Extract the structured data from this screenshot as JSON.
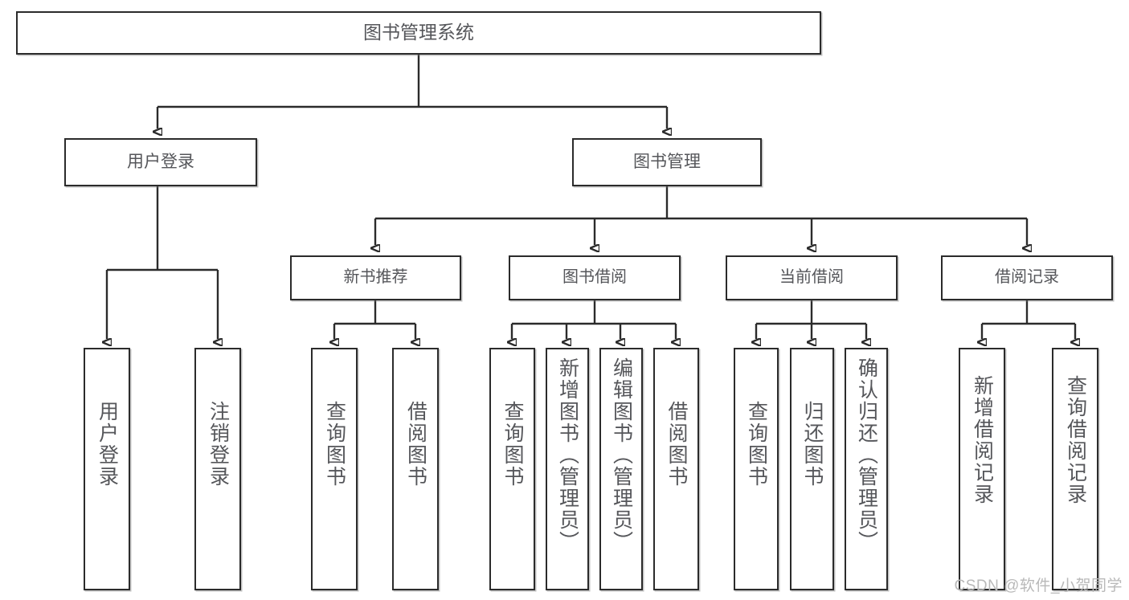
{
  "diagram": {
    "type": "tree",
    "title": "图书管理系统",
    "watermark": "CSDN @软件_小贺同学",
    "colors": {
      "border": "#2b2b2b",
      "text": "#55565a",
      "background": "#ffffff",
      "watermark": "#b9b9b9"
    },
    "nodes": {
      "root": {
        "label": "图书管理系统"
      },
      "level1": [
        {
          "id": "user-login",
          "label": "用户登录"
        },
        {
          "id": "book-management",
          "label": "图书管理"
        }
      ],
      "level2": [
        {
          "id": "new-book-recommend",
          "label": "新书推荐"
        },
        {
          "id": "book-borrow",
          "label": "图书借阅"
        },
        {
          "id": "current-borrow",
          "label": "当前借阅"
        },
        {
          "id": "borrow-record",
          "label": "借阅记录"
        }
      ],
      "leaves": [
        {
          "id": "leaf-user-login",
          "label": "用户登录",
          "parent": "user-login"
        },
        {
          "id": "leaf-logout",
          "label": "注销登录",
          "parent": "user-login"
        },
        {
          "id": "leaf-query-book-1",
          "label": "查询图书",
          "parent": "new-book-recommend"
        },
        {
          "id": "leaf-borrow-book-1",
          "label": "借阅图书",
          "parent": "new-book-recommend"
        },
        {
          "id": "leaf-query-book-2",
          "label": "查询图书",
          "parent": "book-borrow"
        },
        {
          "id": "leaf-add-book",
          "label": "新增图书（管理员）",
          "parent": "book-borrow"
        },
        {
          "id": "leaf-edit-book",
          "label": "编辑图书（管理员）",
          "parent": "book-borrow"
        },
        {
          "id": "leaf-borrow-book-2",
          "label": "借阅图书",
          "parent": "book-borrow"
        },
        {
          "id": "leaf-query-book-3",
          "label": "查询图书",
          "parent": "current-borrow"
        },
        {
          "id": "leaf-return-book",
          "label": "归还图书",
          "parent": "current-borrow"
        },
        {
          "id": "leaf-confirm-return",
          "label": "确认归还（管理员）",
          "parent": "current-borrow"
        },
        {
          "id": "leaf-add-record",
          "label": "新增借阅记录",
          "parent": "borrow-record"
        },
        {
          "id": "leaf-query-record",
          "label": "查询借阅记录",
          "parent": "borrow-record"
        }
      ]
    }
  }
}
